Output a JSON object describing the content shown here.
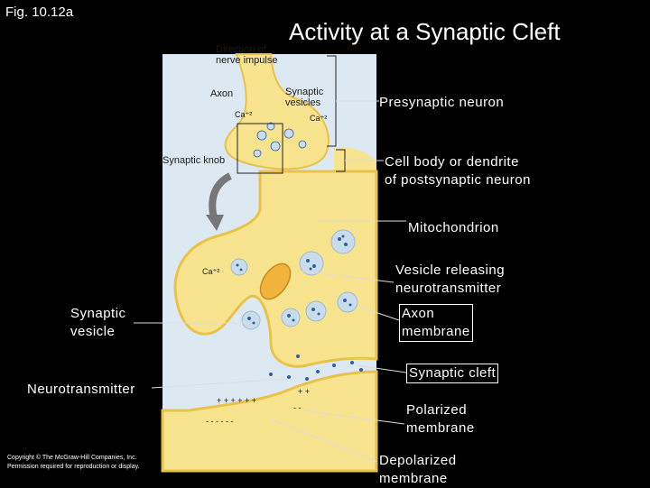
{
  "figure_label": "Fig. 10.12a",
  "title": "Activity at a Synaptic Cleft",
  "inset_labels": {
    "direction": "Direction of\nnerve impulse",
    "axon": "Axon",
    "synaptic_vesicles": "Synaptic\nvesicles",
    "ca_left": "Ca⁺²",
    "ca_right": "Ca⁺²",
    "synaptic_knob": "Synaptic knob",
    "ca_main": "Ca⁺²"
  },
  "labels": {
    "presynaptic_neuron": "Presynaptic neuron",
    "cell_body": "Cell body or dendrite\nof postsynaptic neuron",
    "mitochondrion": "Mitochondrion",
    "vesicle_releasing": "Vesicle releasing\nneurotransmitter",
    "axon_membrane": "Axon\nmembrane",
    "synaptic_cleft": "Synaptic cleft",
    "polarized": "Polarized\nmembrane",
    "depolarized": "Depolarized\nmembrane",
    "synaptic_vesicle": "Synaptic\nvesicle",
    "neurotransmitter": "Neurotransmitter"
  },
  "copyright": "Copyright © The McGraw-Hill Companies, Inc.\nPermission required for reproduction or display.",
  "colors": {
    "panel_bg": "#dde9f2",
    "neuron": "#f8e48e",
    "membrane": "#e9c24a",
    "vesicle": "#c9dcec",
    "vesicle_dots": "#2e5fa5",
    "mitochondrion": "#f0b43c"
  }
}
